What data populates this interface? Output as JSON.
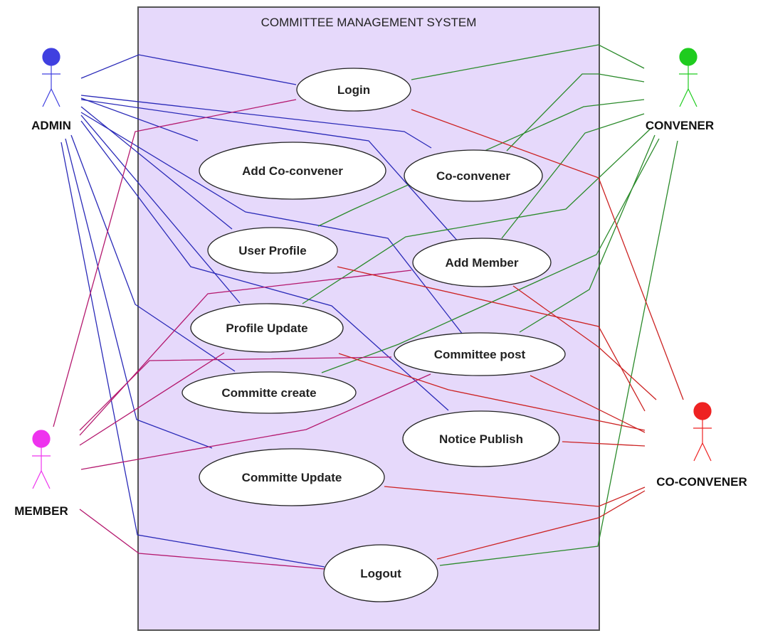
{
  "system": {
    "title": "COMMITTEE MANAGEMENT SYSTEM"
  },
  "colors": {
    "boundary_fill": "#e6d9fb",
    "boundary_stroke": "#555555",
    "admin": "#4040e0",
    "convener": "#1fcc1f",
    "member": "#ee33ee",
    "co_convener": "#ee2222",
    "admin_line": "#2a2ab8",
    "convener_line": "#2a8a2a",
    "member_line": "#b4186e",
    "co_convener_line": "#cc2222"
  },
  "actors": {
    "admin": {
      "label": "ADMIN"
    },
    "convener": {
      "label": "CONVENER"
    },
    "member": {
      "label": "MEMBER"
    },
    "co_convener": {
      "label": "CO-CONVENER"
    }
  },
  "use_cases": {
    "login": {
      "label": "Login"
    },
    "add_co_convener": {
      "label": "Add Co-convener"
    },
    "co_convener": {
      "label": "Co-convener"
    },
    "user_profile": {
      "label": "User Profile"
    },
    "add_member": {
      "label": "Add Member"
    },
    "profile_update": {
      "label": "Profile Update"
    },
    "committee_post": {
      "label": "Committee post"
    },
    "committe_create": {
      "label": "Committe create"
    },
    "notice_publish": {
      "label": "Notice Publish"
    },
    "committe_update": {
      "label": "Committe Update"
    },
    "logout": {
      "label": "Logout"
    }
  }
}
